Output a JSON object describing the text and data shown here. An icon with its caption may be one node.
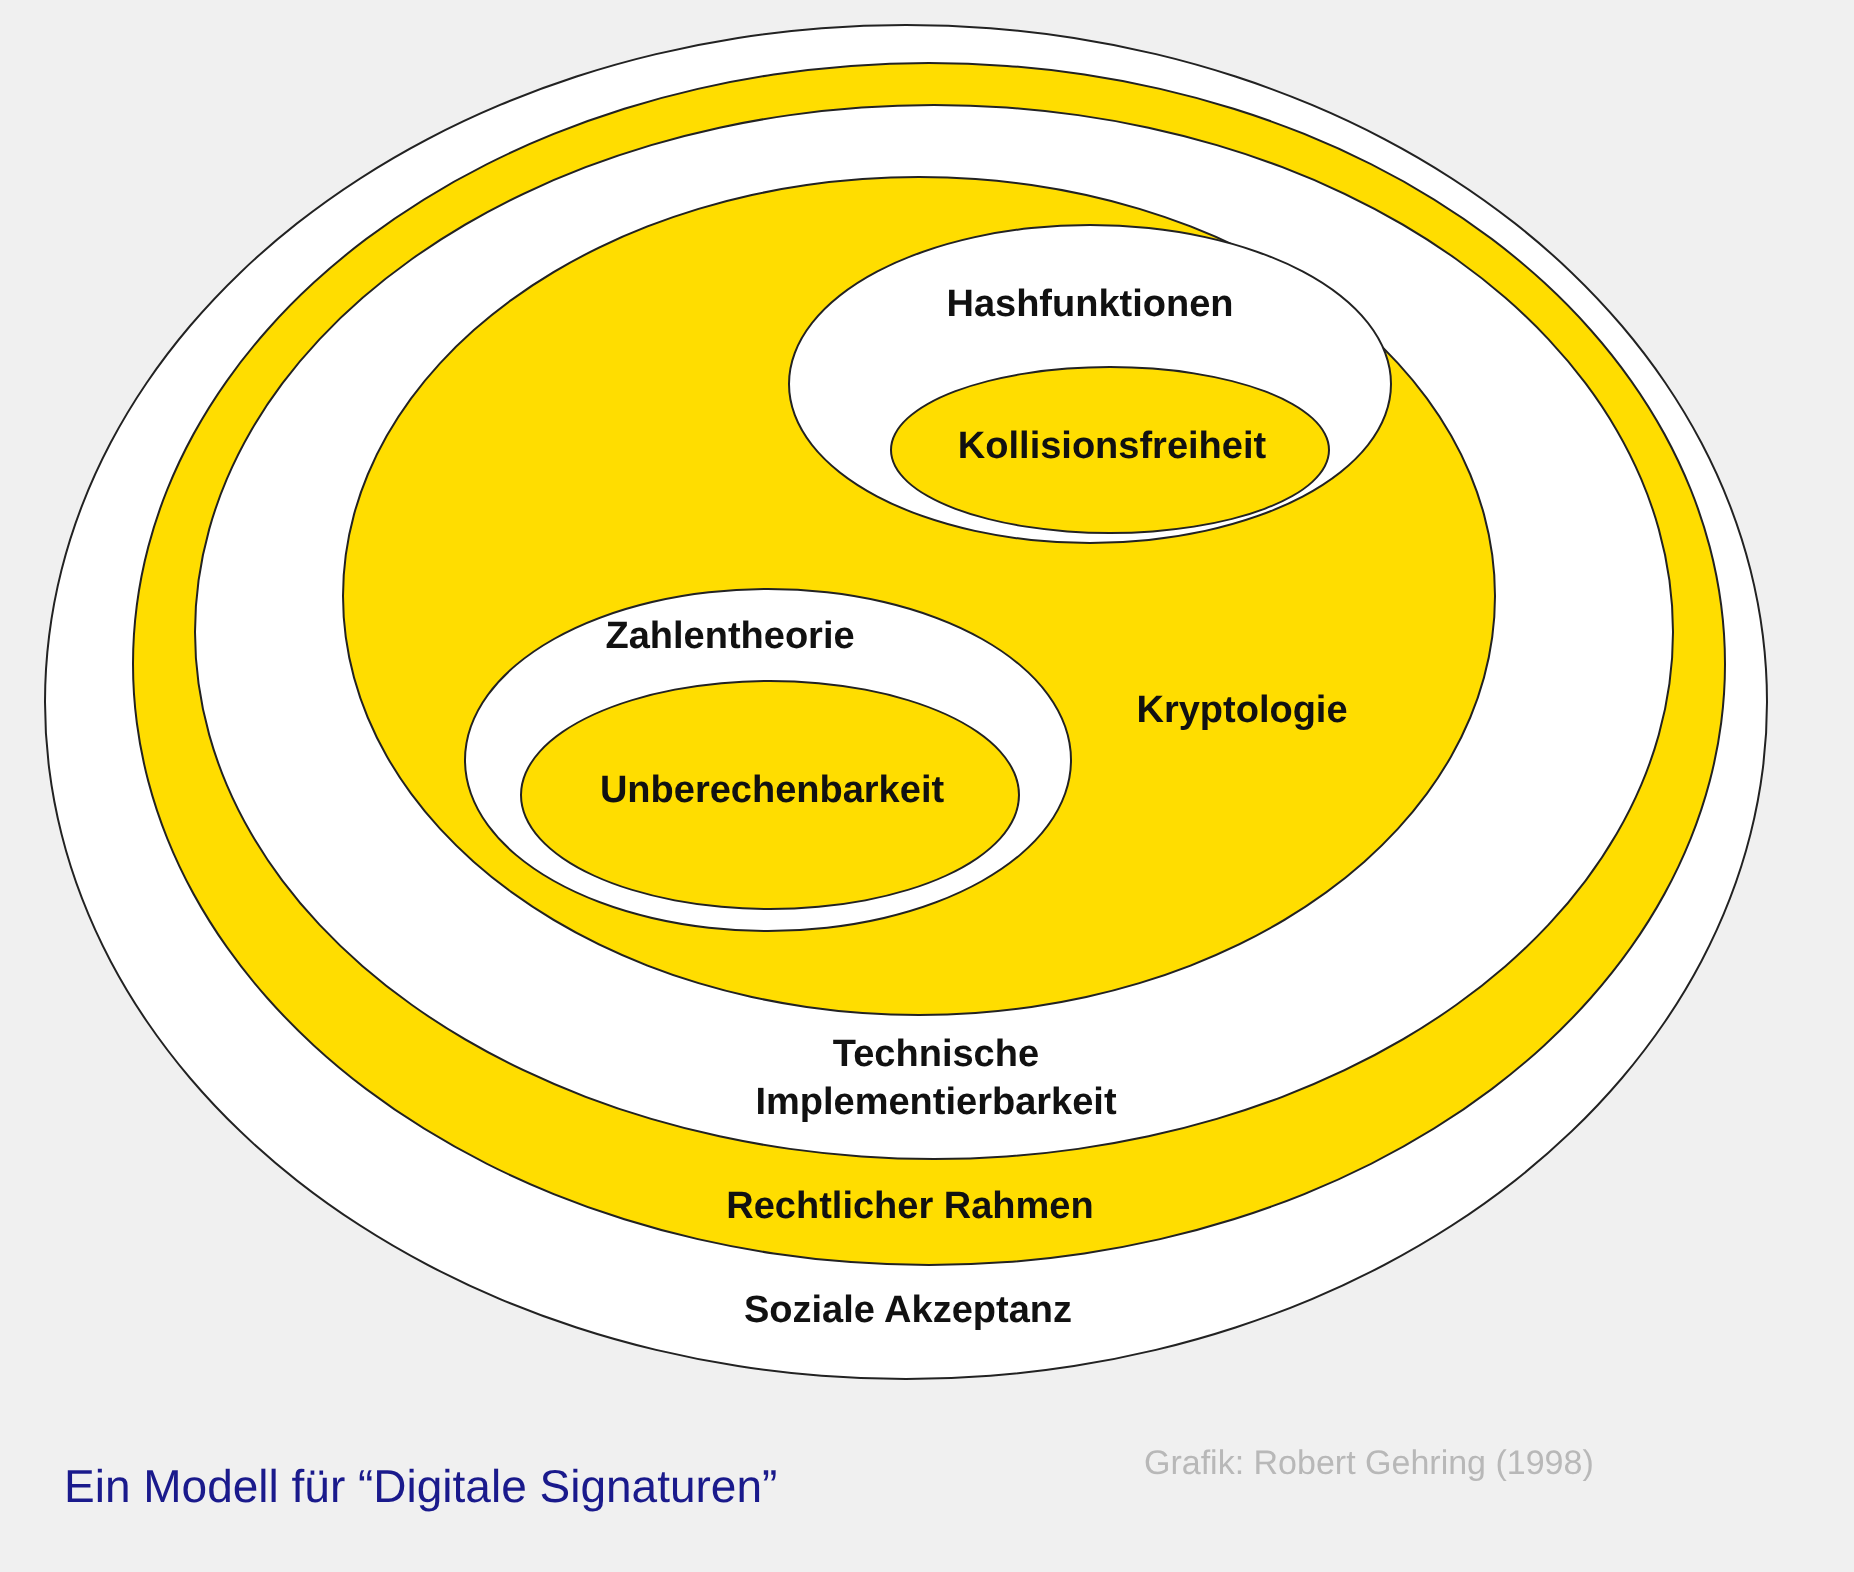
{
  "diagram": {
    "title": "Ein Modell für “Digitale Signaturen”",
    "nodes": [
      {
        "text": [
          "Soziale Akzeptanz"
        ]
      },
      {
        "text": [
          "Rechtlicher Rahmen"
        ],
        "in": 0
      },
      {
        "text": [
          "Technische Implementierbarkeit"
        ],
        "in": 1
      },
      {
        "text": [
          "Kryptologie"
        ],
        "in": 2
      },
      {
        "text": [
          "Hashfunktionen"
        ],
        "in": 3
      },
      {
        "text": [
          "Kollisionsfreiheit"
        ],
        "in": 4
      },
      {
        "text": [
          "Zahlentheorie"
        ],
        "in": 3
      },
      {
        "text": [
          "Unberechenbarkeit"
        ],
        "in": 6
      }
    ],
    "edges": [],
    "labels": [
      "Grafik: Robert Gehring (1998)"
    ]
  }
}
